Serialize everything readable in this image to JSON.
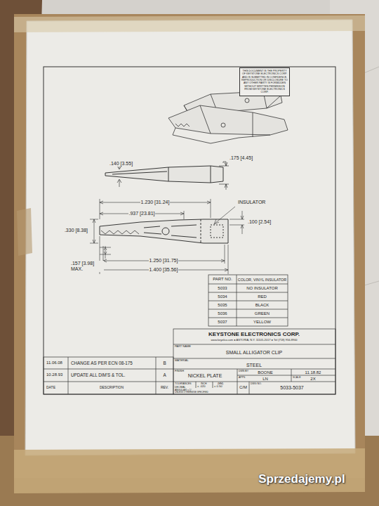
{
  "diagram": {
    "nodes": [
      {
        "text": [
          "THIS DOCUMENT IS THE PROPERTY OF KEYSTONE ELECTRONICS CORP. AND IS SUBMITTED IN CONFIDENCE. REPRODUCTION OR DISCLOSURE TO ANY OTHER PARTY IS FORBIDDEN WITHOUT WRITTEN PERMISSION FROM KEYSTONE ELECTRONICS CORP."
        ]
      }
    ],
    "labels": [
      ".140 [3.55]",
      ".175 [4.45]",
      "1.230 [31.24]",
      ".937 [23.81]",
      "INSULATOR",
      ".100 [2.54]",
      ".330 [8.38]",
      ".157 [3.98] MAX.",
      "1.250 [31.75]",
      "1.400 [35.56]",
      "PART NO.",
      "COLOR, VINYL INSULATOR",
      "5033",
      "NO INSULATOR",
      "5034",
      "RED",
      "5035",
      "BLACK",
      "5036",
      "GREEN",
      "5037",
      "YELLOW",
      "KEYSTONE ELECTRONICS CORP.",
      "www.keyelco.com ● ASTORIA, N.Y. 11105-2017 ● Tel (718) 956-8900",
      "PART NAME",
      "SMALL ALLIGATOR CLIP",
      "MATERIAL",
      "STEEL",
      "FINISH",
      "NICKEL PLATE",
      "DWN BY",
      "BOONE",
      "11.18.82",
      "APPS",
      "LN",
      "SCALE",
      "2X",
      "TOLERANCES",
      "INCH",
      "(MM)",
      "DECIMAL",
      "± .020",
      "± 0.50",
      "ANGULAR ± 1°",
      "UNLESS OTHERWISE SPECIFIED",
      "C/M",
      "DWG NO.",
      "5033-5037",
      "11.06.08",
      "CHANGE AS PER ECN 08-175",
      "B",
      "10.28.93",
      "UPDATE ALL DIM'S & TOL.",
      "A",
      "DATE",
      "DESCRIPTION",
      "REV.",
      "Sprzedajemy.pl"
    ]
  }
}
